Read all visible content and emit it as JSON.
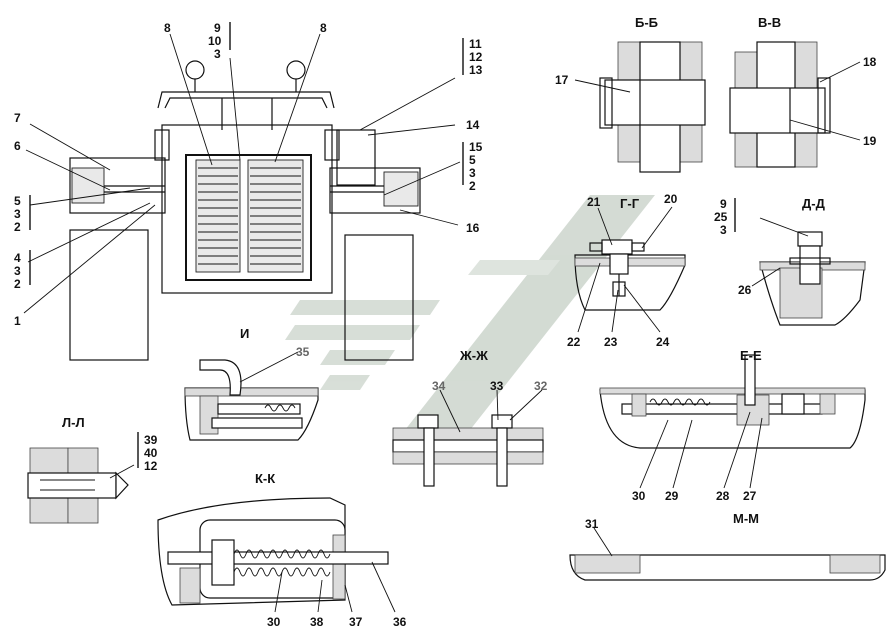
{
  "sections": {
    "bb": "Б-Б",
    "vv": "В-В",
    "gg": "Г-Г",
    "dd": "Д-Д",
    "i": "И",
    "zhzh": "Ж-Ж",
    "ee": "Е-Е",
    "ll": "Л-Л",
    "kk": "К-К",
    "mm": "М-М"
  },
  "callouts": {
    "c1": "1",
    "c2a": "2",
    "c2b": "2",
    "c2c": "2",
    "c3a": "3",
    "c3b": "3",
    "c3c": "3",
    "c3d": "3",
    "c3e": "3",
    "c4": "4",
    "c5a": "5",
    "c5b": "5",
    "c6": "6",
    "c7": "7",
    "c8a": "8",
    "c8b": "8",
    "c9a": "9",
    "c9b": "9",
    "c10": "10",
    "c11": "11",
    "c12a": "12",
    "c12b": "12",
    "c13": "13",
    "c14": "14",
    "c15": "15",
    "c16": "16",
    "c17": "17",
    "c18": "18",
    "c19": "19",
    "c20": "20",
    "c21": "21",
    "c22": "22",
    "c23": "23",
    "c24": "24",
    "c25": "25",
    "c26": "26",
    "c27": "27",
    "c28": "28",
    "c29": "29",
    "c30a": "30",
    "c30b": "30",
    "c31": "31",
    "c32": "32",
    "c33": "33",
    "c34": "34",
    "c35": "35",
    "c36": "36",
    "c37": "37",
    "c38": "38",
    "c39": "39",
    "c40": "40"
  }
}
